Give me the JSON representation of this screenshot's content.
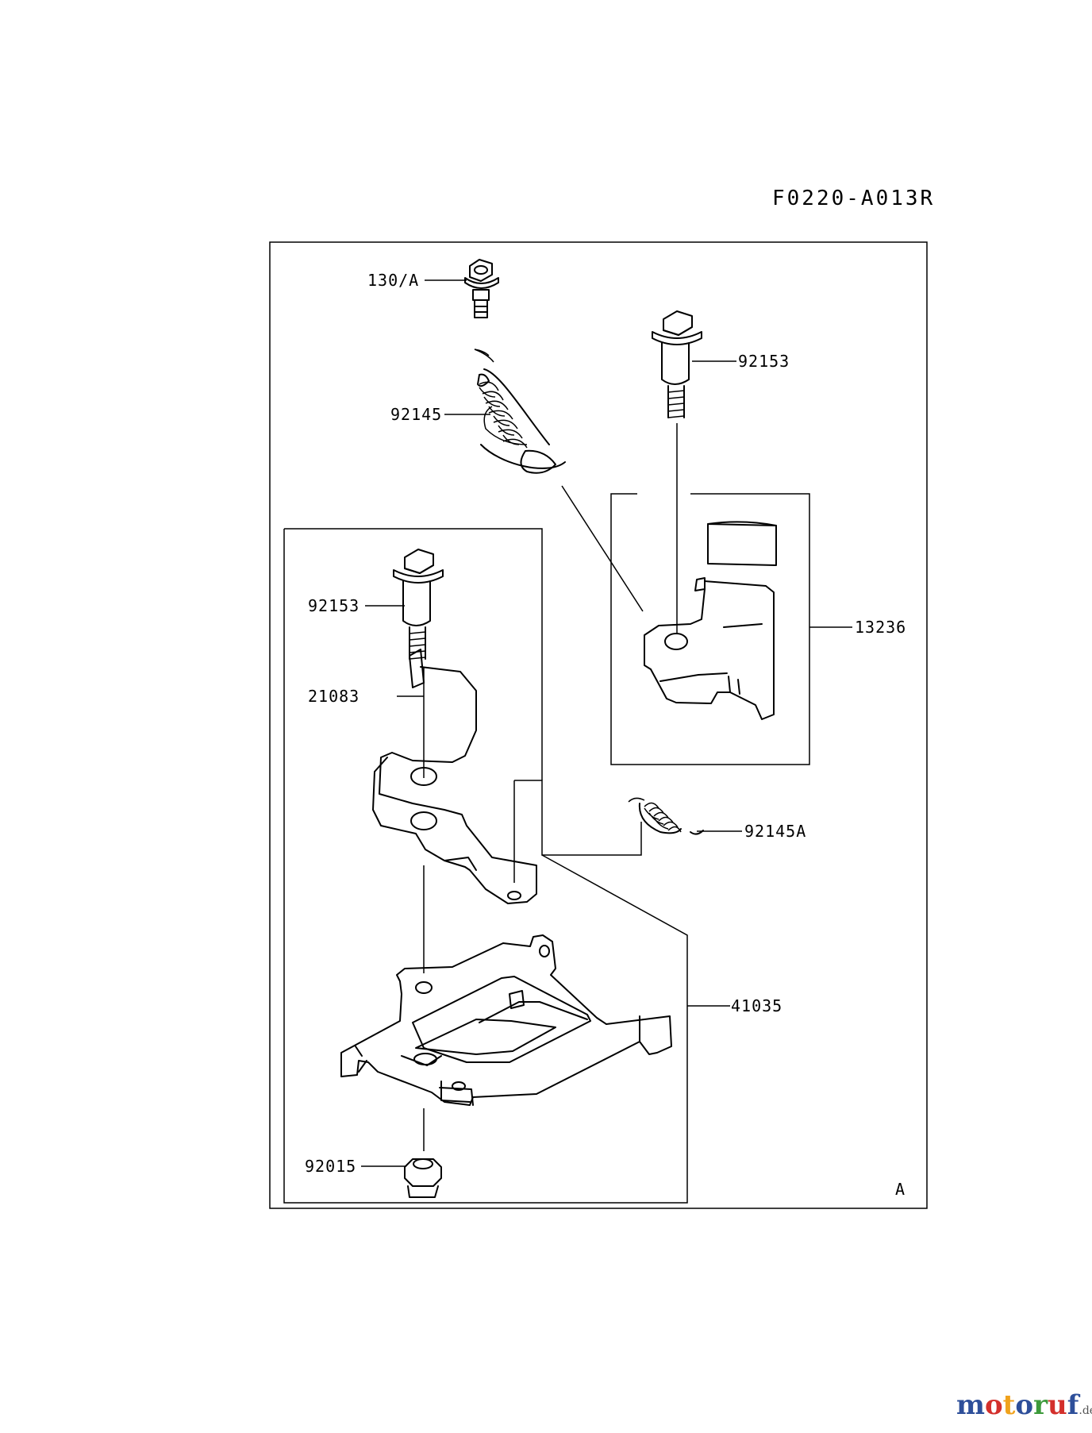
{
  "diagram": {
    "code": "F0220-A013R",
    "corner_mark": "A",
    "parts": {
      "bolt_top": "130/A",
      "spring": "92145",
      "bolt_right": "92153",
      "lever_assy": "13236",
      "bolt_left": "92153",
      "lever": "21083",
      "small_spring": "92145A",
      "bracket": "41035",
      "nut": "92015"
    }
  },
  "watermark": {
    "letters": [
      "m",
      "o",
      "t",
      "o",
      "r",
      "u",
      "f"
    ],
    "colors": [
      "#2e4f9a",
      "#d3302c",
      "#f0a21c",
      "#2e4f9a",
      "#3d9a3b",
      "#d3302c",
      "#2e4f9a"
    ],
    "suffix": ".de"
  }
}
